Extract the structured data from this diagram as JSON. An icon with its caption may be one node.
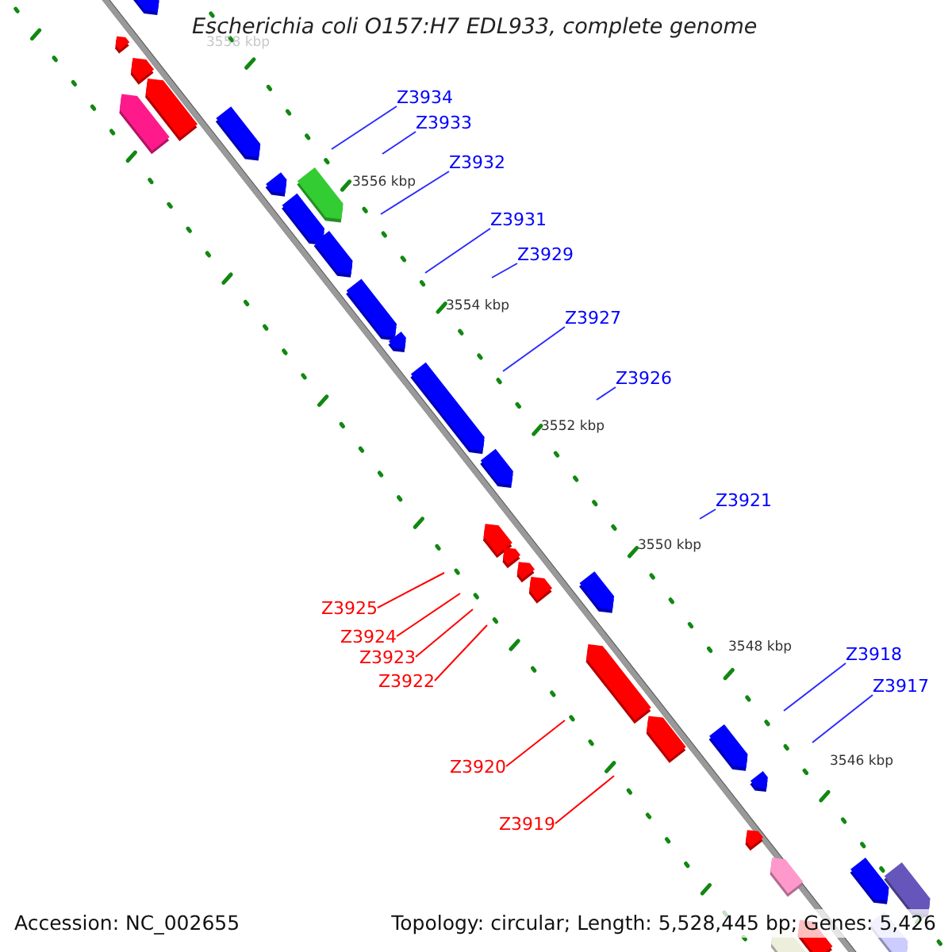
{
  "diagram": {
    "title": "Escherichia coli O157:H7 EDL933, complete genome",
    "nodes": [
      {
        "text": [
          "Z3934"
        ]
      },
      {
        "text": [
          "Z3933"
        ]
      },
      {
        "text": [
          "Z3932"
        ]
      },
      {
        "text": [
          "Z3931"
        ]
      },
      {
        "text": [
          "Z3929"
        ]
      },
      {
        "text": [
          "Z3927"
        ]
      },
      {
        "text": [
          "Z3926"
        ]
      },
      {
        "text": [
          "Z3921"
        ]
      },
      {
        "text": [
          "Z3925"
        ]
      },
      {
        "text": [
          "Z3924"
        ]
      },
      {
        "text": [
          "Z3918"
        ]
      },
      {
        "text": [
          "Z3923"
        ]
      },
      {
        "text": [
          "Z3922"
        ]
      },
      {
        "text": [
          "Z3917"
        ]
      },
      {
        "text": [
          "Z3920"
        ]
      },
      {
        "text": [
          "Z3919"
        ]
      }
    ],
    "edges": [
      {
        "from": 0,
        "to": null,
        "arrow": "none"
      },
      {
        "from": 1,
        "to": null,
        "arrow": "none"
      },
      {
        "from": 2,
        "to": null,
        "arrow": "none"
      },
      {
        "from": 3,
        "to": null,
        "arrow": "none"
      },
      {
        "from": 4,
        "to": null,
        "arrow": "none"
      },
      {
        "from": 5,
        "to": null,
        "arrow": "none"
      },
      {
        "from": 6,
        "to": null,
        "arrow": "none"
      },
      {
        "from": 7,
        "to": null,
        "arrow": "none"
      },
      {
        "from": 8,
        "to": null,
        "arrow": "none",
        "color": "#ff0000"
      },
      {
        "from": 9,
        "to": null,
        "arrow": "none",
        "color": "#ff0000"
      },
      {
        "from": 10,
        "to": null,
        "arrow": "none"
      },
      {
        "from": 11,
        "to": null,
        "arrow": "none",
        "color": "#ff0000"
      },
      {
        "from": 12,
        "to": null,
        "arrow": "none",
        "color": "#ff0000"
      },
      {
        "from": 13,
        "to": null,
        "arrow": "none"
      },
      {
        "from": 14,
        "to": null,
        "arrow": "none",
        "color": "#ff0000"
      },
      {
        "from": 15,
        "to": null,
        "arrow": "none",
        "color": "#ff0000"
      }
    ],
    "labels": [
      "3558 kbp",
      "3556 kbp",
      "3554 kbp",
      "3552 kbp",
      "3550 kbp",
      "3548 kbp",
      "3546 kbp",
      "Accession: NC_002655",
      "Topology: circular; Length: 5,528,445 bp; Genes: 5,426"
    ]
  }
}
